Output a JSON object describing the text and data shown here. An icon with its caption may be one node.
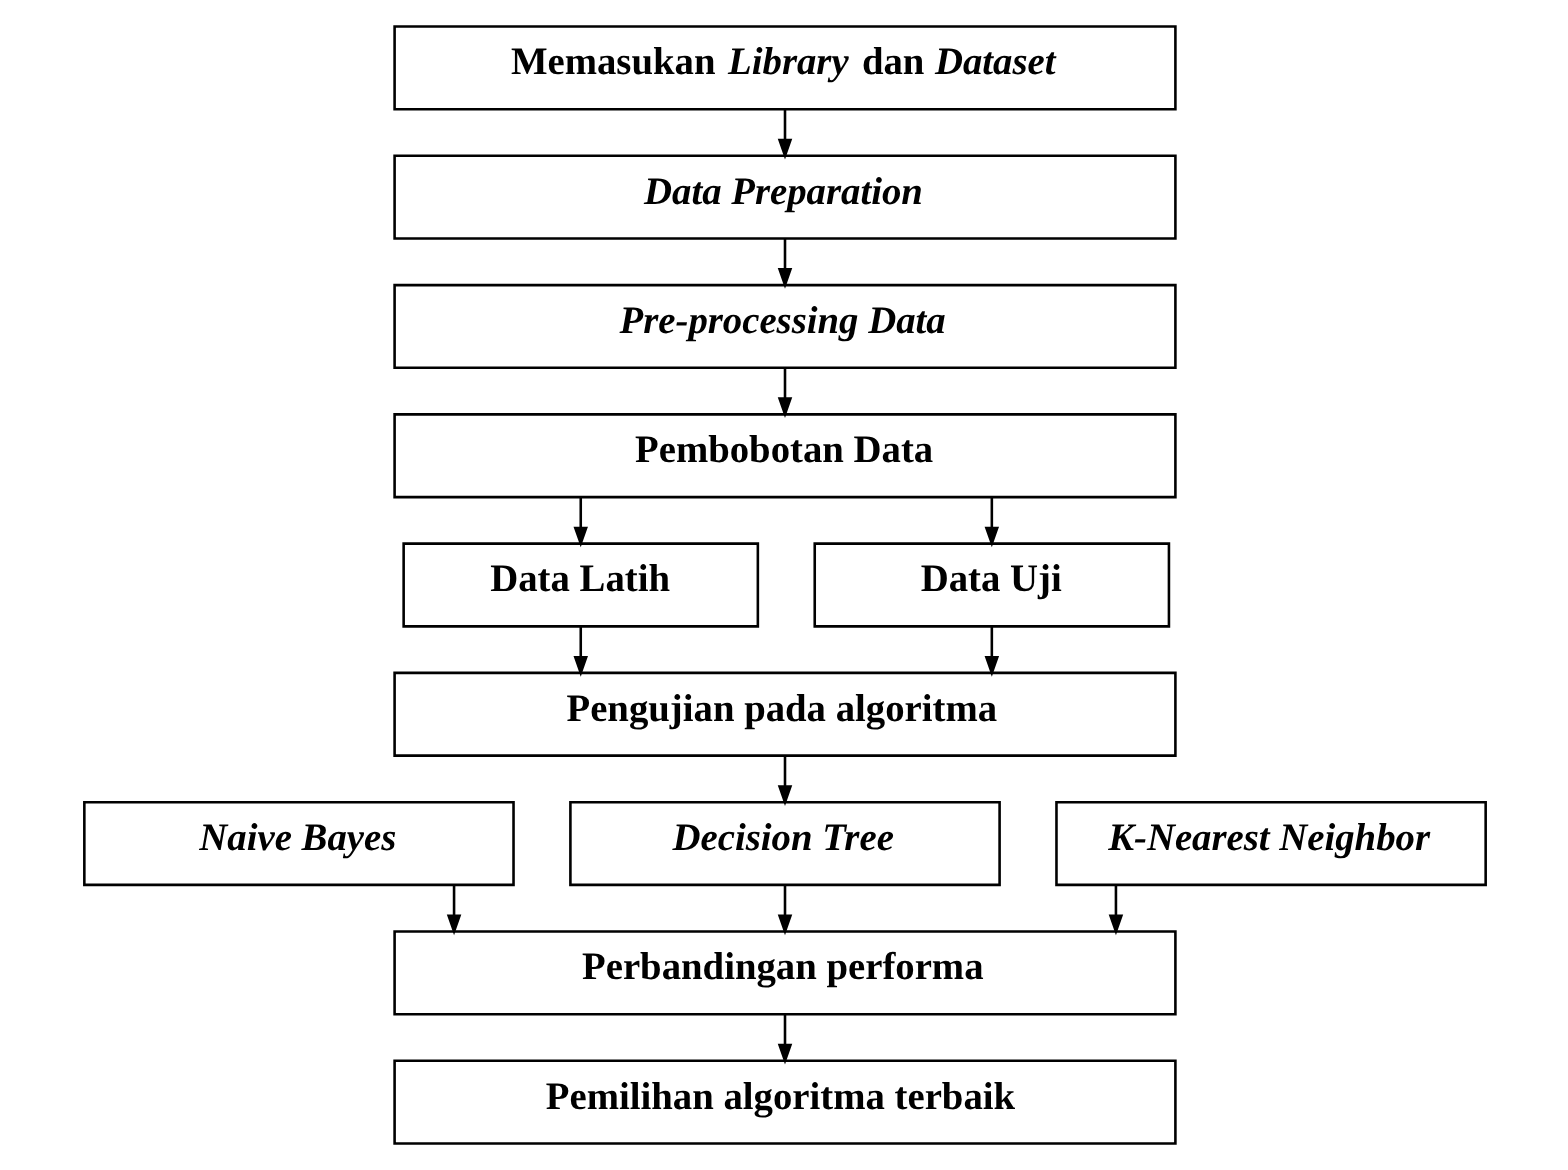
{
  "diagram": {
    "nodes": [
      {
        "text": [
          "Memasukan *Library* dan *Dataset*"
        ]
      },
      {
        "text": [
          "Data Preparation"
        ]
      },
      {
        "text": [
          "Pre-processing Data"
        ]
      },
      {
        "text": [
          "Pembobotan Data"
        ]
      },
      {
        "text": [
          "Data Latih"
        ]
      },
      {
        "text": [
          "Data Uji"
        ]
      },
      {
        "text": [
          "Pengujian pada algoritma"
        ]
      },
      {
        "text": [
          "Naive Bayes"
        ]
      },
      {
        "text": [
          "Decision Tree"
        ]
      },
      {
        "text": [
          "K-Nearest Neighbor"
        ]
      },
      {
        "text": [
          "Perbandingan performa"
        ]
      },
      {
        "text": [
          "Pemilihan algoritma terbaik"
        ]
      }
    ],
    "edges": [
      {
        "from": 0,
        "to": 1,
        "arrow": "to"
      },
      {
        "from": 1,
        "to": 2,
        "arrow": "to"
      },
      {
        "from": 2,
        "to": 3,
        "arrow": "to"
      },
      {
        "from": 3,
        "to": 4,
        "arrow": "to"
      },
      {
        "from": 3,
        "to": 5,
        "arrow": "to"
      },
      {
        "from": 4,
        "to": 6,
        "arrow": "to"
      },
      {
        "from": 5,
        "to": 6,
        "arrow": "to"
      },
      {
        "from": 6,
        "to": 8,
        "arrow": "to"
      },
      {
        "from": 7,
        "to": 10,
        "arrow": "to"
      },
      {
        "from": 8,
        "to": 10,
        "arrow": "to"
      },
      {
        "from": 9,
        "to": 10,
        "arrow": "to"
      },
      {
        "from": 10,
        "to": 11,
        "arrow": "to"
      }
    ]
  }
}
